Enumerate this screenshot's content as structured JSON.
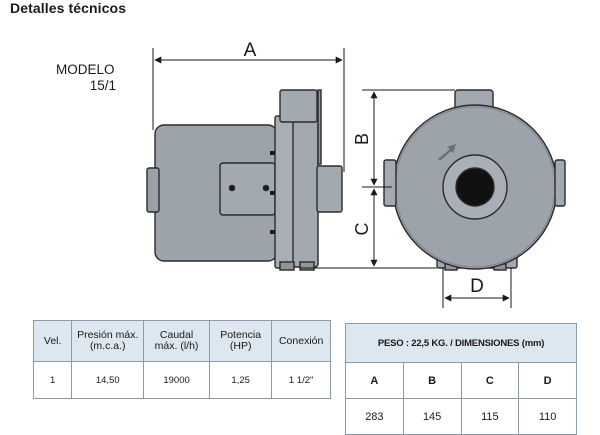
{
  "title": "Detalles técnicos",
  "model": {
    "line1": "MODELO",
    "line2": "15/1"
  },
  "dimension_labels": {
    "a": "A",
    "b": "B",
    "c": "C",
    "d": "D"
  },
  "specs_table": {
    "headers": [
      "Vel.",
      "Presión máx.\n(m.c.a.)",
      "Caudal\nmáx. (l/h)",
      "Potencia\n(HP)",
      "Conexión"
    ],
    "row": [
      "1",
      "14,50",
      "19000",
      "1,25",
      "1 1/2\""
    ]
  },
  "dimensions_table": {
    "header": "PESO : 22,5 KG. / DIMENSIONES (mm)",
    "letters": [
      "A",
      "B",
      "C",
      "D"
    ],
    "values": [
      "283",
      "145",
      "115",
      "110"
    ]
  },
  "colors": {
    "pump_body": "#9da3aa",
    "pump_outline": "#2b2b2b",
    "table_header": "#dde7ef",
    "table_border": "#8d9aa8"
  }
}
